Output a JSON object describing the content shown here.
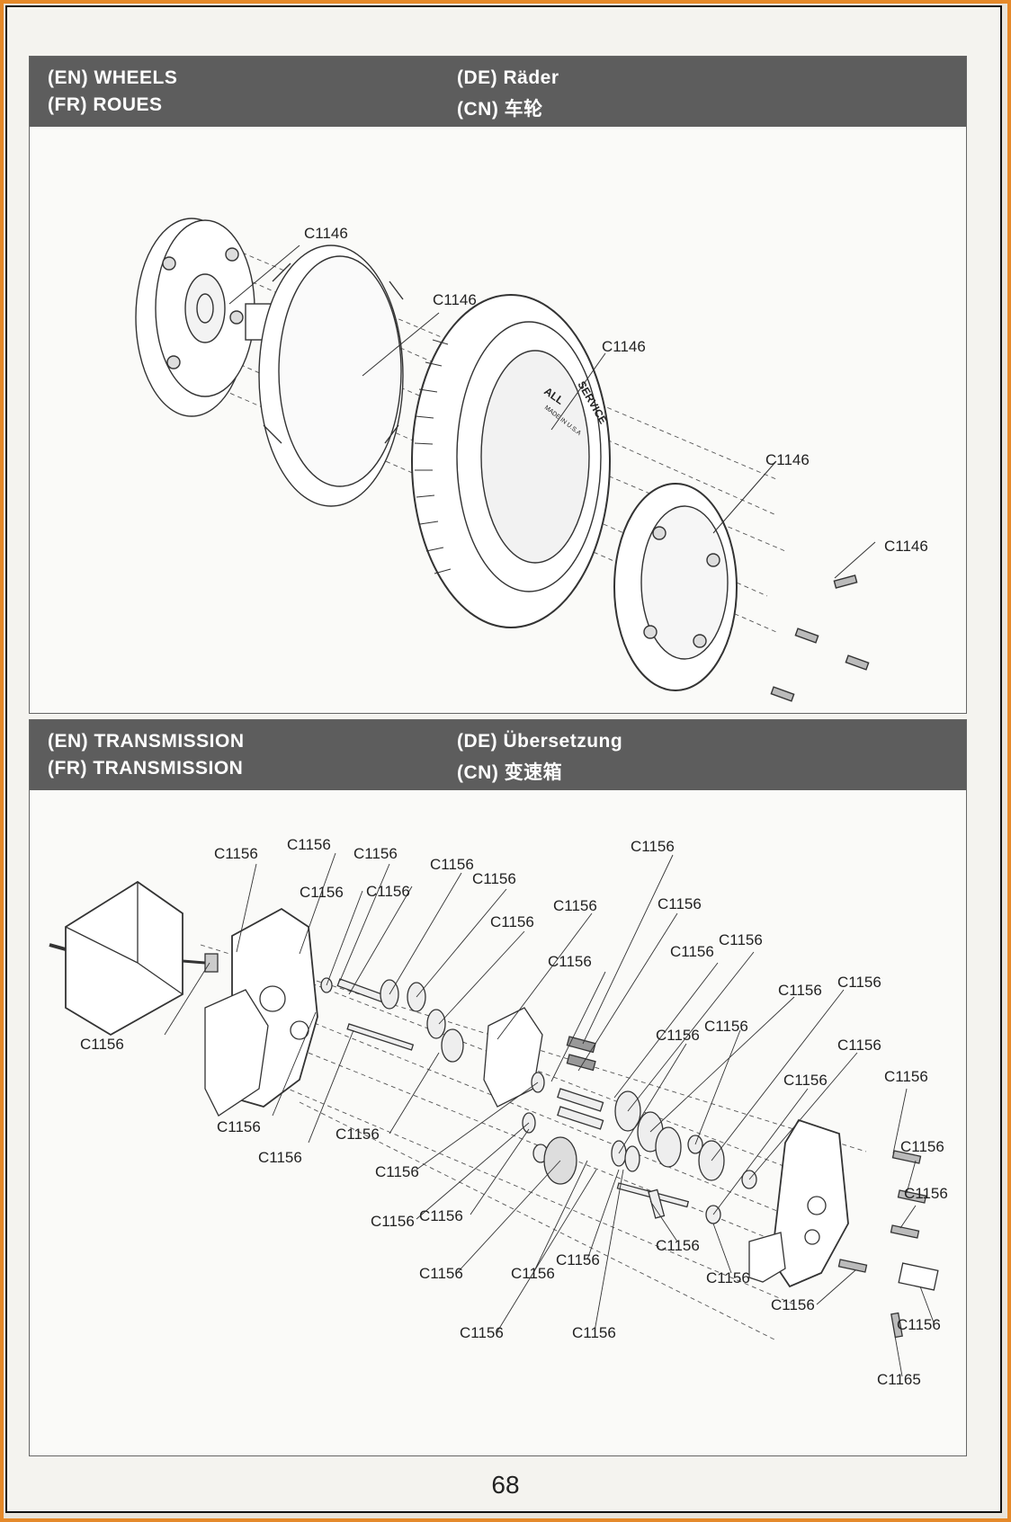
{
  "page_number": "68",
  "sections": [
    {
      "id": "wheels",
      "header": {
        "en": "(EN) WHEELS",
        "fr": "(FR) ROUES",
        "de": "(DE) Räder",
        "cn": "(CN) 车轮"
      },
      "tire_text": [
        "ALL",
        "SERVICE",
        "MADE IN U.S.A"
      ],
      "labels": [
        "C1146",
        "C1146",
        "C1146",
        "C1146",
        "C1146"
      ]
    },
    {
      "id": "transmission",
      "header": {
        "en": "(EN) TRANSMISSION",
        "fr": "(FR) TRANSMISSION",
        "de": "(DE) Übersetzung",
        "cn": "(CN) 变速箱"
      },
      "labels": [
        "C1156",
        "C1156",
        "C1156",
        "C1156",
        "C1156",
        "C1156",
        "C1156",
        "C1156",
        "C1156",
        "C1156",
        "C1156",
        "C1156",
        "C1156",
        "C1156",
        "C1156",
        "C1156",
        "C1156",
        "C1156",
        "C1156",
        "C1156",
        "C1156",
        "C1156",
        "C1156",
        "C1156",
        "C1156",
        "C1156",
        "C1156",
        "C1156",
        "C1156",
        "C1156",
        "C1156",
        "C1156",
        "C1156",
        "C1156",
        "C1156",
        "C1156",
        "C1156",
        "C1165"
      ]
    }
  ]
}
